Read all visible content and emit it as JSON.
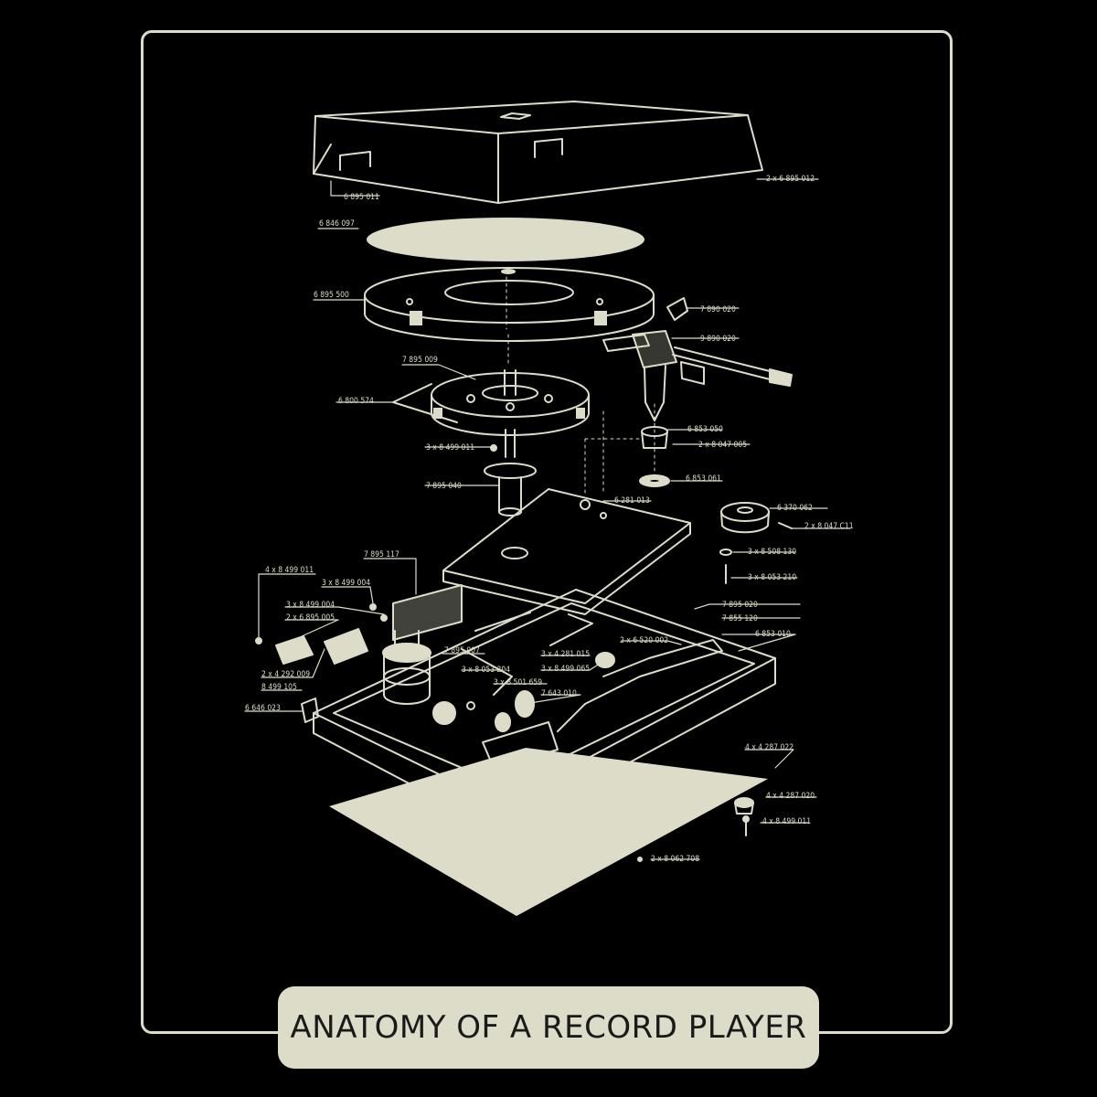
{
  "title": "ANATOMY OF A RECORD PLAYER",
  "colors": {
    "background": "#000000",
    "ink": "#dcdcc8",
    "title_text": "#1a1a1a"
  },
  "labels": {
    "dust_cover": "6 895 011",
    "dust_cover_hinge": "2 x 6 895 012",
    "mat": "6 846 097",
    "platter": "6 895 500",
    "tonearm_rest": "7 890 020",
    "tonearm": "9 890 020",
    "inner_platter": "7 895 009",
    "belt": "6 800 574",
    "screw_top": "3 x 8 499 011",
    "spindle_bearing": "7 895 040",
    "arm_base": "6 853 050",
    "arm_base_screw": "2 x 8 047 005",
    "arm_washer": "6 853 061",
    "top_plate": "6 281 013",
    "knob": "6 370 062",
    "knob_pin": "2 x 8 047 C11",
    "washer_small": "3 x 8 508 130",
    "screw_long": "3 x 8 053 210",
    "motor_assembly": "7 895 117",
    "screw_a": "4 x 8 499 011",
    "screw_b": "3 x 8 499 004",
    "screw_c": "3 x 8 499 004",
    "bracket": "2 x 6 895 005",
    "motor_pulley": "7 895 007",
    "bracket_screw": "2 x 4 292 009",
    "motor_screw": "8 499 105",
    "plug": "6 646 023",
    "chassis_a": "7 895 020",
    "chassis_b": "7 855 120",
    "chassis_c": "6 853 010",
    "arm_lever": "2 x 6 520 002",
    "mech_a": "3 x 4 281 015",
    "mech_b": "3 x 8 499 065",
    "mech_c": "3 x 8 053 204",
    "mech_d": "3 x 8 501 659",
    "mech_e": "7 643 010",
    "foot_a": "4 x 4 287 022",
    "foot_b": "4 x 4 287 020",
    "foot_screw": "4 x 8 499 011",
    "base_screw": "2 x 8 062 708"
  }
}
